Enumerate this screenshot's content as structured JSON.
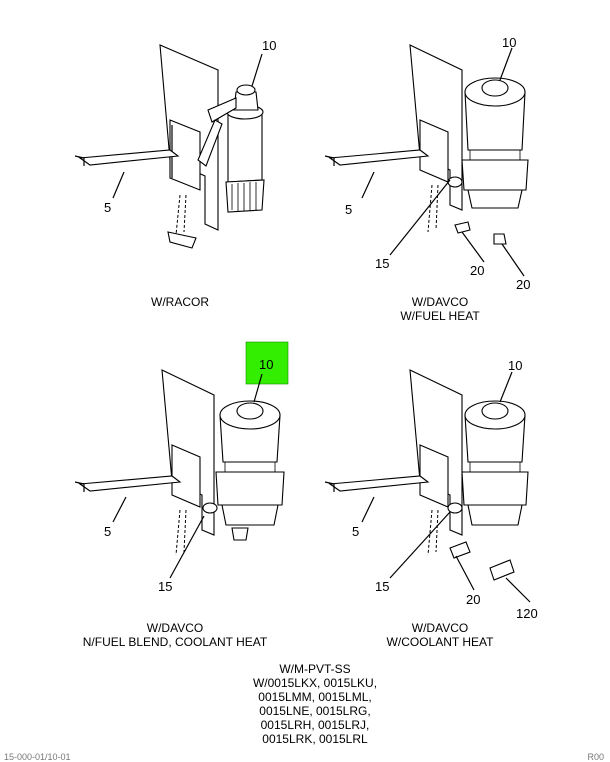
{
  "views": [
    {
      "id": "racor",
      "caption": [
        "W/RACOR"
      ],
      "callouts": [
        "10",
        "5"
      ]
    },
    {
      "id": "davco-fuel-heat",
      "caption": [
        "W/DAVCO",
        "W/FUEL HEAT"
      ],
      "callouts": [
        "10",
        "5",
        "15",
        "20",
        "20"
      ]
    },
    {
      "id": "davco-fuel-blend",
      "caption": [
        "W/DAVCO",
        "N/FUEL BLEND, COOLANT HEAT"
      ],
      "callouts": [
        "10",
        "5",
        "15"
      ],
      "highlight_color": "#33ee00"
    },
    {
      "id": "davco-coolant-heat",
      "caption": [
        "W/DAVCO",
        "W/COOLANT HEAT"
      ],
      "callouts": [
        "10",
        "5",
        "15",
        "20",
        "120"
      ]
    }
  ],
  "note": [
    "W/M-PVT-SS",
    "W/0015LKX, 0015LKU,",
    "0015LMM, 0015LML,",
    "0015LNE, 0015LRG,",
    "0015LRH, 0015LRJ,",
    "0015LRK, 0015LRL"
  ],
  "footer": {
    "left": "15-000-01/10-01",
    "right": "R00"
  }
}
